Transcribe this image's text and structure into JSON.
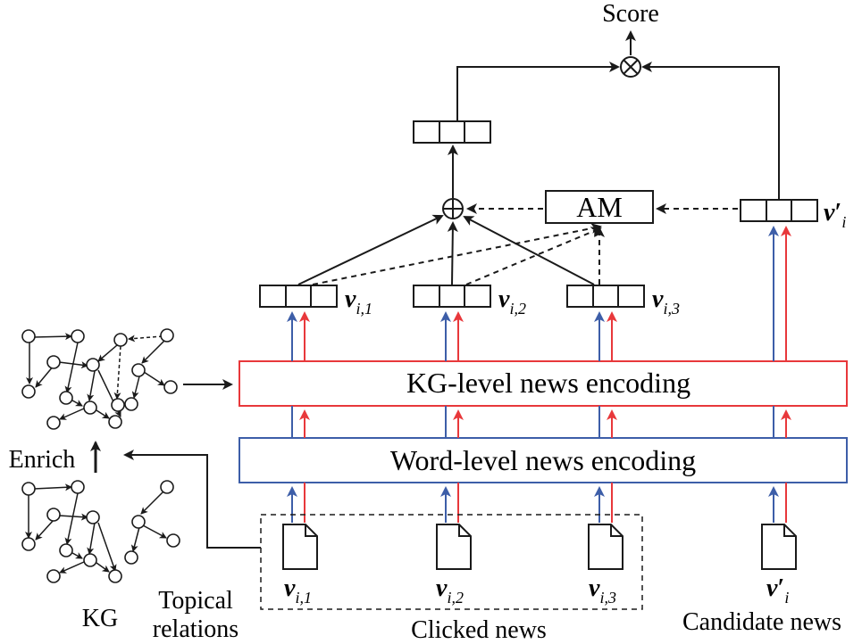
{
  "labels": {
    "score": "Score",
    "am": "AM",
    "kg_encoding": "KG-level news encoding",
    "word_encoding": "Word-level news encoding",
    "enrich": "Enrich",
    "kg": "KG",
    "topical_line1": "Topical",
    "topical_line2": "relations",
    "clicked_news": "Clicked news",
    "candidate_news": "Candidate news"
  },
  "vectors": {
    "v_i1": {
      "main": "v",
      "sub": "i,1"
    },
    "v_i2": {
      "main": "v",
      "sub": "i,2"
    },
    "v_i3": {
      "main": "v",
      "sub": "i,3"
    },
    "v_cand": {
      "main": "v",
      "prime": "′",
      "sub": "i"
    }
  },
  "colors": {
    "kg_encoding_border": "#e8383b",
    "word_encoding_border": "#3d5ea8",
    "red_arrow": "#e8383b",
    "blue_arrow": "#3d5ea8",
    "line": "#1a1a1a"
  }
}
